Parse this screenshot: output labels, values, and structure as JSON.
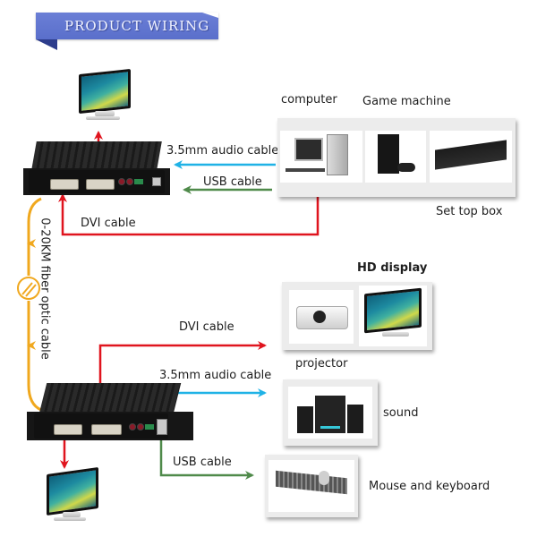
{
  "header": {
    "title": "PRODUCT WIRING"
  },
  "sources": {
    "computer_label": "computer",
    "game_label": "Game machine",
    "settop_label": "Set top box"
  },
  "transmitter_links": {
    "audio_label": "3.5mm audio cable",
    "usb_label": "USB cable",
    "dvi_label": "DVI cable"
  },
  "fiber": {
    "label": "0-20KM fiber optic cable"
  },
  "receiver_links": {
    "dvi_label": "DVI cable",
    "audio_label": "3.5mm audio cable",
    "usb_label": "USB cable"
  },
  "outputs": {
    "hd_display_label": "HD display",
    "projector_label": "projector",
    "sound_label": "sound",
    "mouse_keyboard_label": "Mouse and keyboard"
  },
  "colors": {
    "dvi": "#e0141e",
    "audio": "#1fb2e6",
    "usb": "#4f8a4a",
    "fiber": "#f0a81e",
    "banner": "#5f73cf"
  }
}
